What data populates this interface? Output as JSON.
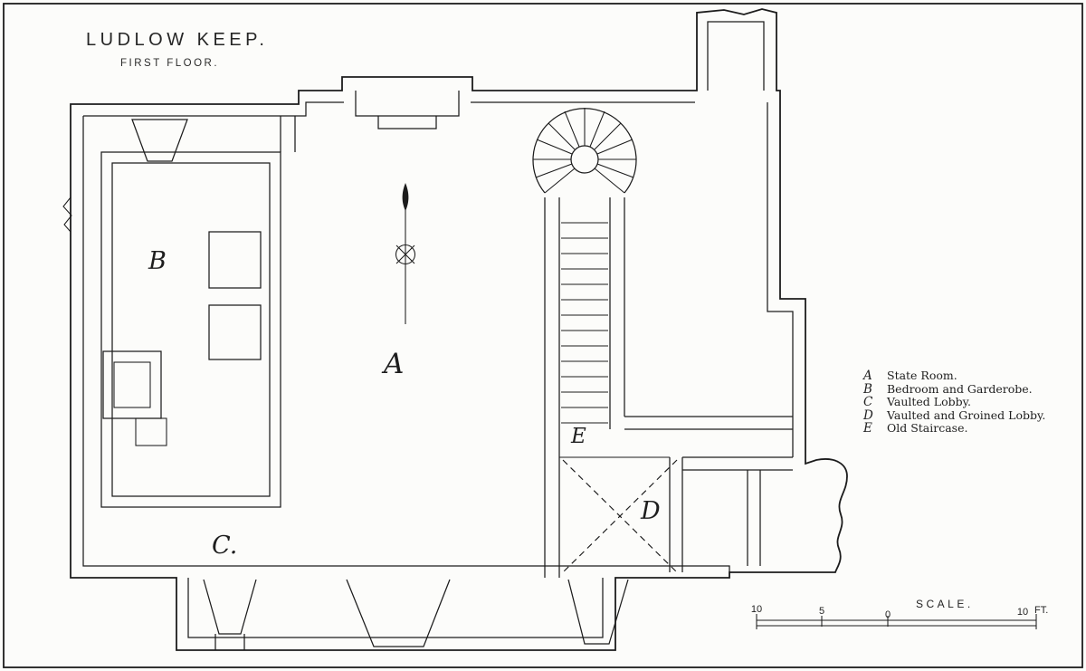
{
  "title": "LUDLOW KEEP.",
  "subtitle": "FIRST FLOOR.",
  "rooms": {
    "a": "A",
    "b": "B",
    "c": "C.",
    "d": "D",
    "e": "E"
  },
  "legend": {
    "items": [
      {
        "key": "A",
        "label": "State Room."
      },
      {
        "key": "B",
        "label": "Bedroom and Garderobe."
      },
      {
        "key": "C",
        "label": "Vaulted Lobby."
      },
      {
        "key": "D",
        "label": "Vaulted and Groined Lobby."
      },
      {
        "key": "E",
        "label": "Old Staircase."
      }
    ]
  },
  "scale_bar": {
    "label": "SCALE.",
    "tick_left": "10",
    "tick_five": "5",
    "tick_zero": "0",
    "tick_right": "10",
    "unit": "FT."
  },
  "colors": {
    "ink": "#1c1c1c",
    "paper": "#fcfcfa"
  }
}
